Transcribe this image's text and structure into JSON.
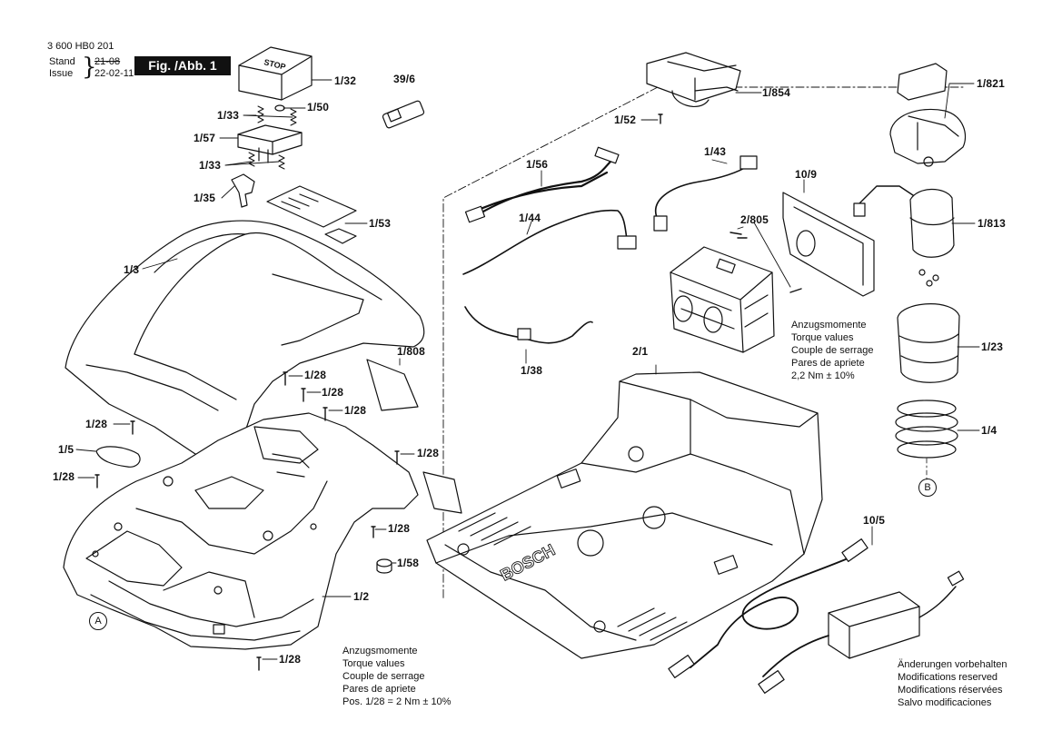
{
  "header": {
    "part_number": "3 600 HB0 201",
    "stand_label": "Stand",
    "issue_label": "Issue",
    "stand_value": "21-08",
    "issue_value": "22-02-11",
    "figure_label": "Fig. /Abb. 1"
  },
  "callouts": {
    "c1_32": "1/32",
    "c39_6": "39/6",
    "c1_33a": "1/33",
    "c1_50": "1/50",
    "c1_57": "1/57",
    "c1_33b": "1/33",
    "c1_35": "1/35",
    "c1_53": "1/53",
    "c1_3": "1/3",
    "c1_808": "1/808",
    "c1_28a": "1/28",
    "c1_28b": "1/28",
    "c1_28c": "1/28",
    "c1_28d": "1/28",
    "c1_28e": "1/28",
    "c1_28f": "1/28",
    "c1_28g": "1/28",
    "c1_28h": "1/28",
    "c1_5": "1/5",
    "c1_58": "1/58",
    "c1_2": "1/2",
    "c1_854": "1/854",
    "c1_52": "1/52",
    "c1_56": "1/56",
    "c1_43": "1/43",
    "c10_9": "10/9",
    "c2_805": "2/805",
    "c1_44": "1/44",
    "c1_38": "1/38",
    "c2_1": "2/1",
    "c1_821": "1/821",
    "c1_813": "1/813",
    "c1_23": "1/23",
    "c1_4": "1/4",
    "c10_5": "10/5"
  },
  "markers": {
    "a": "A",
    "b": "B"
  },
  "torque_top": {
    "lines": [
      "Anzugsmomente",
      "Torque values",
      "Couple de serrage",
      "Pares de apriete",
      "2,2 Nm  ± 10%"
    ]
  },
  "torque_bottom": {
    "lines": [
      "Anzugsmomente",
      "Torque values",
      "Couple de serrage",
      "Pares de apriete",
      "Pos.    1/28 = 2 Nm  ± 10%"
    ]
  },
  "modifications": {
    "lines": [
      "Änderungen vorbehalten",
      "Modifications reserved",
      "Modifications réservées",
      "Salvo modificaciones"
    ]
  },
  "embossed": {
    "brand": "BOSCH",
    "cap_text": "STOP"
  }
}
